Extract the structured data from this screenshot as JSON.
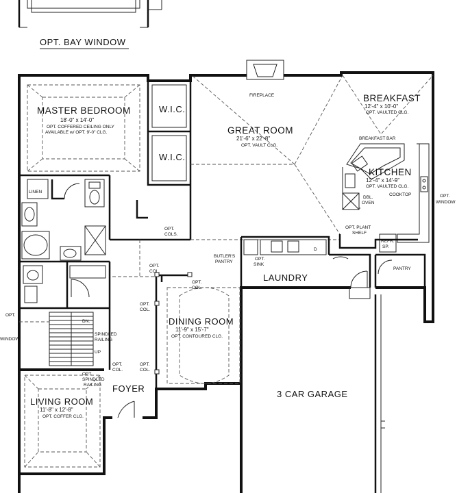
{
  "bay_window": {
    "label": "OPT. BAY WINDOW"
  },
  "fireplace": {
    "label": "FIREPLACE"
  },
  "master_bedroom": {
    "name": "MASTER BEDROOM",
    "dims": "18'-0\" x 14'-0\"",
    "note1": "OPT. COFFERED CEILING ONLY",
    "note2": "AVAILABLE w/ OPT. 9'-0\" CLG."
  },
  "wic_1": {
    "name": "W.I.C."
  },
  "wic_2": {
    "name": "W.I.C."
  },
  "great_room": {
    "name": "GREAT ROOM",
    "dims": "21'-6\" x 22'-8\"",
    "note": "OPT. VAULT CLG."
  },
  "breakfast": {
    "name": "BREAKFAST",
    "dims": "12'-4\" x 10'-0\"",
    "note": "OPT. VAULTED CLG."
  },
  "breakfast_bar": {
    "label": "BREAKFAST BAR"
  },
  "kitchen": {
    "name": "KITCHEN",
    "dims": "12'-4\" x 14'-9\"",
    "note": "OPT. VAULTED CLG."
  },
  "appliances": {
    "cooktop": "COOKTOP",
    "dbl_oven_1": "DBL.",
    "dbl_oven_2": "OVEN",
    "refr_1": "REFR.",
    "refr_2": "SP."
  },
  "opt_window_right": {
    "line1": "OPT.",
    "line2": "WINDOW"
  },
  "opt_window_left": {
    "line1": "OPT.",
    "line2": "WINDOW"
  },
  "linen": {
    "label": "LINEN"
  },
  "opt_cols_1": {
    "line1": "OPT.",
    "line2": "COLS."
  },
  "plant_shelf": {
    "line1": "OPT. PLANT",
    "line2": "SHELF"
  },
  "butlers_pantry": {
    "line1": "BUTLER'S",
    "line2": "PANTRY"
  },
  "opt_sink": {
    "line1": "OPT.",
    "line2": "SINK"
  },
  "sink_d": {
    "label": "D"
  },
  "laundry": {
    "name": "LAUNDRY"
  },
  "pantry": {
    "name": "PANTRY"
  },
  "col_labels": {
    "a1": "OPT.",
    "a2": "COL.",
    "b1": "OPT.",
    "b2": "COL.",
    "c1": "OPT.",
    "c2": "COL.",
    "d1": "OPT.",
    "d2": "COL.",
    "e1": "OPT.",
    "e2": "COL."
  },
  "stairs": {
    "dn": "DN.",
    "up": "UP"
  },
  "spindled_railing": {
    "line1": "SPINDLED",
    "line2": "RAILING"
  },
  "opt_spindled_railing": {
    "line1": "OPT.",
    "line2": "SPINDLED",
    "line3": "RAILING"
  },
  "dining_room": {
    "name": "DINING ROOM",
    "dims": "11'-9\" x 15'-7\"",
    "note": "OPT. CONTOURED CLG."
  },
  "living_room": {
    "name": "LIVING ROOM",
    "dims": "11'-8\" x 12'-8\"",
    "note": "OPT. COFFER CLG."
  },
  "foyer": {
    "name": "FOYER"
  },
  "garage": {
    "name": "3 CAR GARAGE"
  }
}
